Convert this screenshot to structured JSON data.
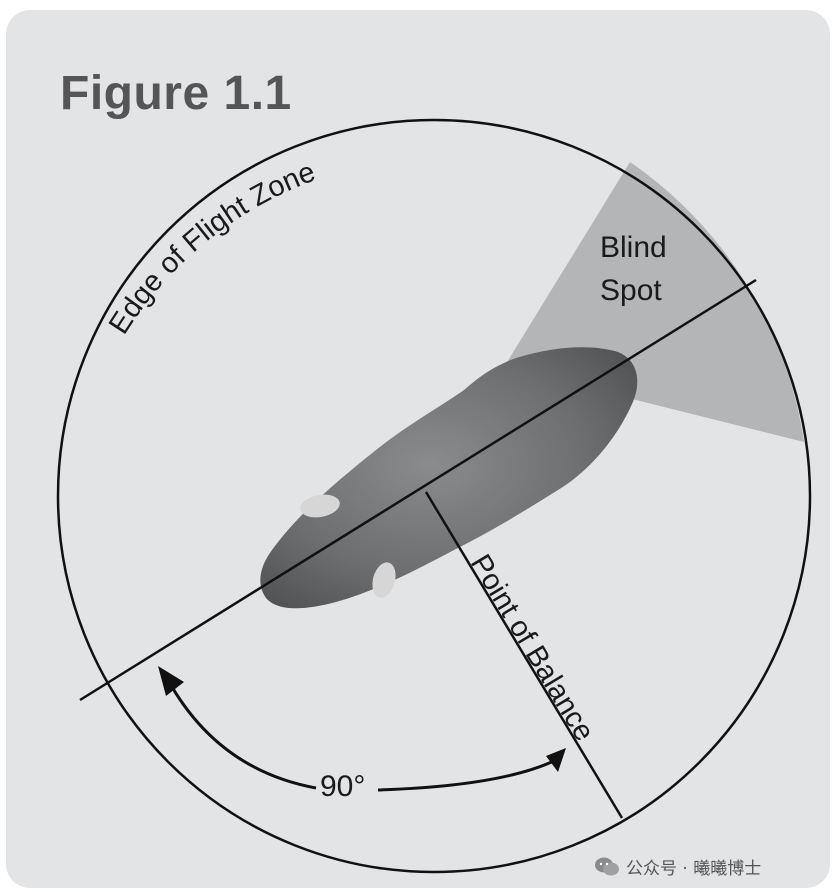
{
  "figure": {
    "title": "Figure 1.1"
  },
  "labels": {
    "flight_zone": "Edge of Flight Zone",
    "blind_spot_line1": "Blind",
    "blind_spot_line2": "Spot",
    "point_of_balance": "Point of Balance",
    "angle": "90°"
  },
  "watermark": {
    "text": "公众号 · 曦曦博士",
    "icon": "wechat-icon"
  },
  "colors": {
    "card_background": "#e3e4e6",
    "title": "#555557",
    "blind_spot": "#b4b5b7",
    "animal": "#6e6f71",
    "lines": "#111111"
  }
}
